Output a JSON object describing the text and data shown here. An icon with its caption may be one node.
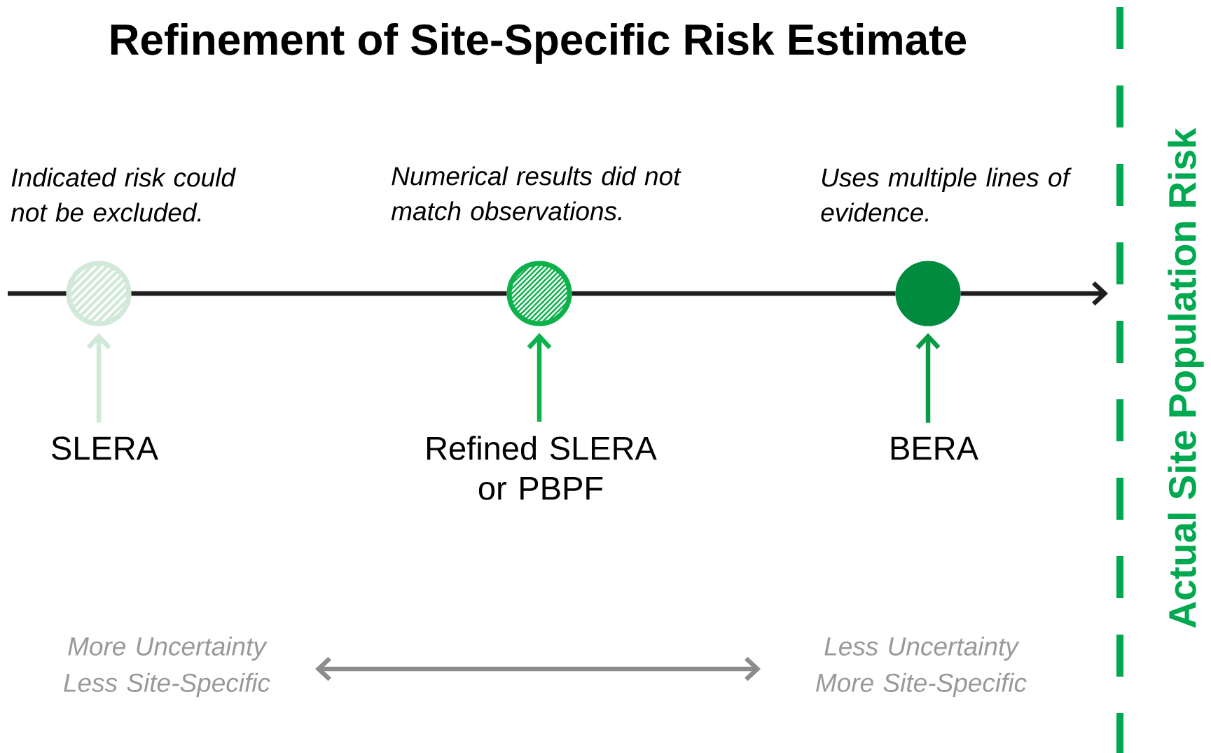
{
  "diagram": {
    "title": "Refinement of Site-Specific Risk Estimate",
    "nodes": [
      {
        "text": [],
        "shape": "circle",
        "beside": [
          "Indicated risk could not be excluded."
        ]
      },
      {
        "text": [],
        "shape": "circle",
        "beside": [
          "Numerical results did not match observations."
        ]
      },
      {
        "text": [],
        "shape": "circle",
        "beside": [
          "Uses multiple lines of evidence."
        ]
      },
      {
        "text": [
          "SLERA"
        ]
      },
      {
        "text": [
          "Refined SLERA or PBPF"
        ]
      },
      {
        "text": [
          "BERA"
        ]
      },
      {
        "text": [
          "More Uncertainty Less Site-Specific"
        ]
      },
      {
        "text": [
          "Less Uncertainty More Site-Specific"
        ]
      }
    ],
    "edges": [
      {
        "from": null,
        "to": 0,
        "arrow": "none",
        "color": "#1e1e1e"
      },
      {
        "from": 0,
        "to": 1,
        "arrow": "none",
        "color": "#1e1e1e"
      },
      {
        "from": 1,
        "to": 2,
        "arrow": "none",
        "color": "#1e1e1e"
      },
      {
        "from": 2,
        "to": null,
        "arrow": "to",
        "color": "#1e1e1e"
      },
      {
        "from": 3,
        "to": 0,
        "arrow": "to",
        "color": "#d0e8d8"
      },
      {
        "from": 4,
        "to": 1,
        "arrow": "to",
        "color": "#0db14b"
      },
      {
        "from": 5,
        "to": 2,
        "arrow": "to",
        "color": "#0a9a45"
      },
      {
        "from": 6,
        "to": 7,
        "arrow": "both",
        "color": "#8c8c8c"
      }
    ],
    "labels": [
      "Actual Site Population Risk"
    ]
  }
}
